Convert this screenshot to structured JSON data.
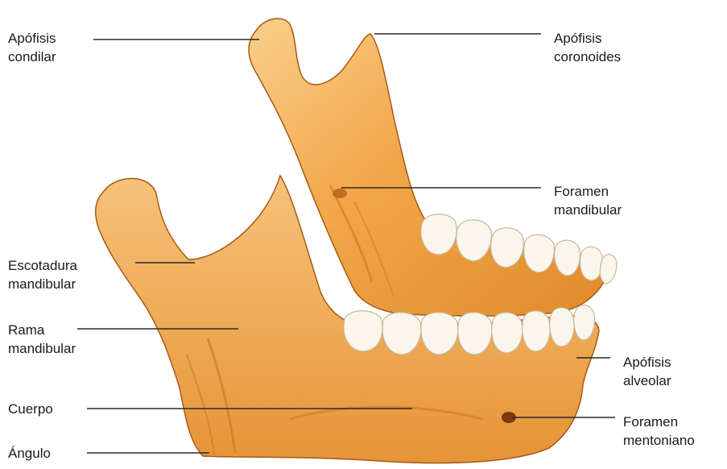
{
  "colors": {
    "bone_fill": "#f2a648",
    "bone_light": "#f8cc85",
    "bone_shadow": "#c9741f",
    "bone_outline": "#a65a14",
    "tooth_fill": "#fbf6ec",
    "tooth_outline": "#c8b89c",
    "leader_line": "#2a2a2a",
    "label_text": "#1a1a1a",
    "background": "#ffffff"
  },
  "labels": {
    "apofisis_condilar": {
      "line1": "Apófisis",
      "line2": "condilar"
    },
    "apofisis_coronoides": {
      "line1": "Apófisis",
      "line2": "coronoides"
    },
    "foramen_mandibular": {
      "line1": "Foramen",
      "line2": "mandibular"
    },
    "escotadura_mandibular": {
      "line1": "Escotadura",
      "line2": "mandibular"
    },
    "rama_mandibular": {
      "line1": "Rama",
      "line2": "mandibular"
    },
    "apofisis_alveolar": {
      "line1": "Apófisis",
      "line2": "alveolar"
    },
    "cuerpo": {
      "line1": "Cuerpo"
    },
    "foramen_mentoniano": {
      "line1": "Foramen",
      "line2": "mentoniano"
    },
    "angulo": {
      "line1": "Ángulo"
    }
  }
}
